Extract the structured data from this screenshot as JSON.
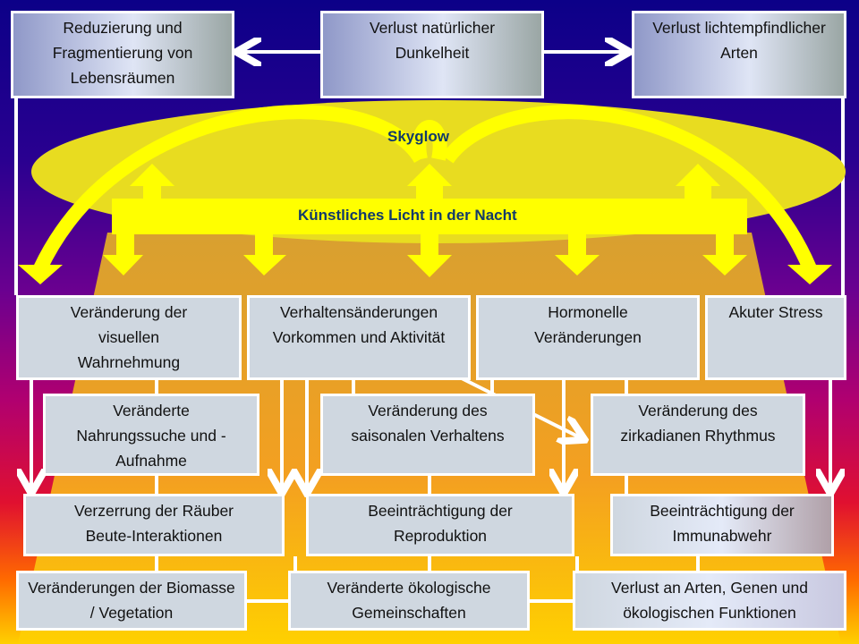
{
  "top": [
    {
      "label": "Reduzierung und Fragmentierung von Lebensräumen"
    },
    {
      "label": "Verlust natürlicher Dunkelheit"
    },
    {
      "label": "Verlust lichtempfindlicher Arten"
    }
  ],
  "center": {
    "skyglow": "Skyglow",
    "alan": "Künstliches Licht in der Nacht"
  },
  "row2": [
    "Veränderung der visuellen Wahrnehmung",
    "Verhaltensänderungen Vorkommen und Aktivität",
    "Hormonelle Veränderungen",
    "Akuter Stress"
  ],
  "row3": [
    "Veränderte Nahrungssuche und - Aufnahme",
    "Veränderung des saisonalen Verhaltens",
    "Veränderung des zirkadianen Rhythmus"
  ],
  "row4": [
    "Verzerrung der Räuber Beute-Interaktionen",
    "Beeinträchtigung der Reproduktion",
    "Beeinträchtigung der Immunabwehr"
  ],
  "row5": [
    "Veränderungen der Biomasse / Vegetation",
    "Veränderte ökologische Gemeinschaften",
    "Verlust an Arten, Genen und ökologischen Funktionen"
  ],
  "colors": {
    "yellow": "#ffff00",
    "ellipse": "#e8dc20",
    "box": "#cfd7e0",
    "cone": "#f0a820"
  }
}
